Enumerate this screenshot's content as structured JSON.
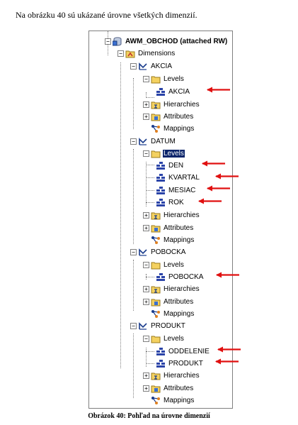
{
  "intro_text": "Na obrázku 40  sú ukázané úrovne všetkých dimenzií.",
  "caption": "Obrázok 40: Pohľad na úrovne dimenzií",
  "tree": {
    "root": "AWM_OBCHOD (attached RW)",
    "dimensions": "Dimensions",
    "akcia": {
      "name": "AKCIA",
      "levels": "Levels",
      "level_items": [
        "AKCIA"
      ],
      "hierarchies": "Hierarchies",
      "attributes": "Attributes",
      "mappings": "Mappings"
    },
    "datum": {
      "name": "DATUM",
      "levels": "Levels",
      "level_items": [
        "DEN",
        "KVARTAL",
        "MESIAC",
        "ROK"
      ],
      "hierarchies": "Hierarchies",
      "attributes": "Attributes",
      "mappings": "Mappings"
    },
    "pobocka": {
      "name": "POBOCKA",
      "levels": "Levels",
      "level_items": [
        "POBOCKA"
      ],
      "hierarchies": "Hierarchies",
      "attributes": "Attributes",
      "mappings": "Mappings"
    },
    "produkt": {
      "name": "PRODUKT",
      "levels": "Levels",
      "level_items": [
        "ODDELENIE",
        "PRODUKT"
      ],
      "hierarchies": "Hierarchies",
      "attributes": "Attributes",
      "mappings": "Mappings"
    }
  },
  "expander_minus": "−",
  "expander_plus": "+",
  "icons": [
    "database-icon",
    "dimensions-folder-icon",
    "dimension-icon",
    "folder-icon",
    "level-icon",
    "hierarchy-icon",
    "attribute-icon",
    "mapping-icon",
    "red-arrow-icon"
  ],
  "colors": {
    "arrow": "#e01010",
    "selection": "#0a246a",
    "folder": "#f4d160",
    "dimension": "#1a3c8c",
    "level": "#2b44a8"
  }
}
